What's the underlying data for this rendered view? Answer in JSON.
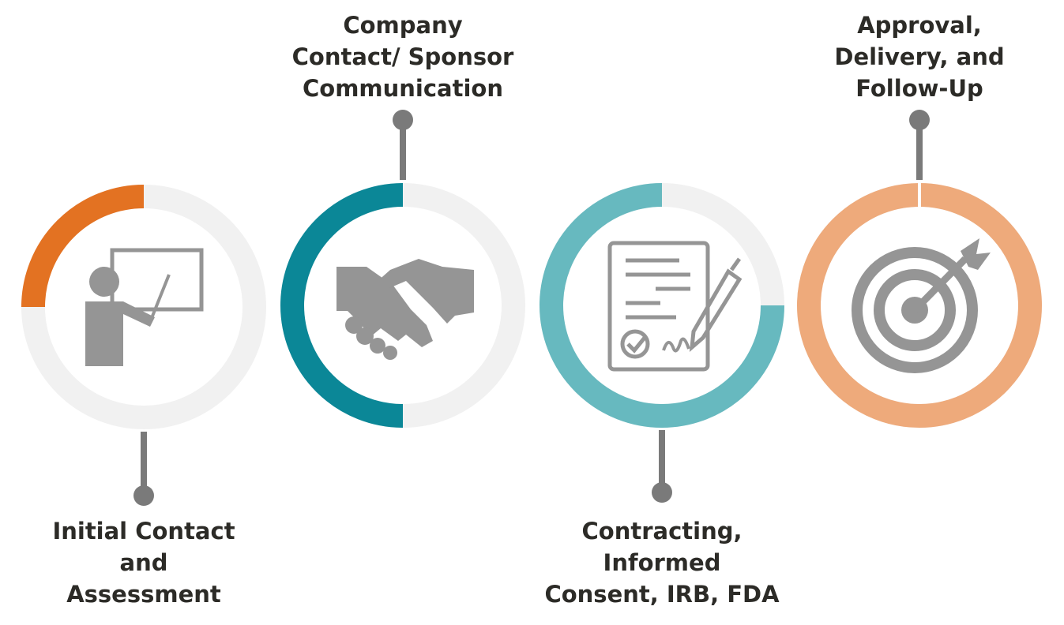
{
  "palette": {
    "track": "#f1f1f1",
    "icon": "#959595",
    "connector": "#7a7a7a",
    "text": "#2c2b27"
  },
  "steps": [
    {
      "id": "initial-contact",
      "label_lines": [
        "Initial Contact",
        "and",
        "Assessment"
      ],
      "label_position": "below",
      "progress": 0.25,
      "color": "#e37222",
      "icon": "presenter-whiteboard-icon"
    },
    {
      "id": "company-contact",
      "label_lines": [
        "Company",
        "Contact/ Sponsor",
        "Communication"
      ],
      "label_position": "above",
      "progress": 0.5,
      "color": "#0b8797",
      "icon": "handshake-icon"
    },
    {
      "id": "contracting",
      "label_lines": [
        "Contracting,",
        "Informed",
        "Consent, IRB, FDA"
      ],
      "label_position": "below",
      "progress": 0.75,
      "color": "#67b9bf",
      "icon": "signed-document-icon"
    },
    {
      "id": "approval",
      "label_lines": [
        "Approval,",
        "Delivery, and",
        "Follow-Up"
      ],
      "label_position": "above",
      "progress": 1.0,
      "color": "#eeaa7b",
      "icon": "target-arrow-icon"
    }
  ]
}
